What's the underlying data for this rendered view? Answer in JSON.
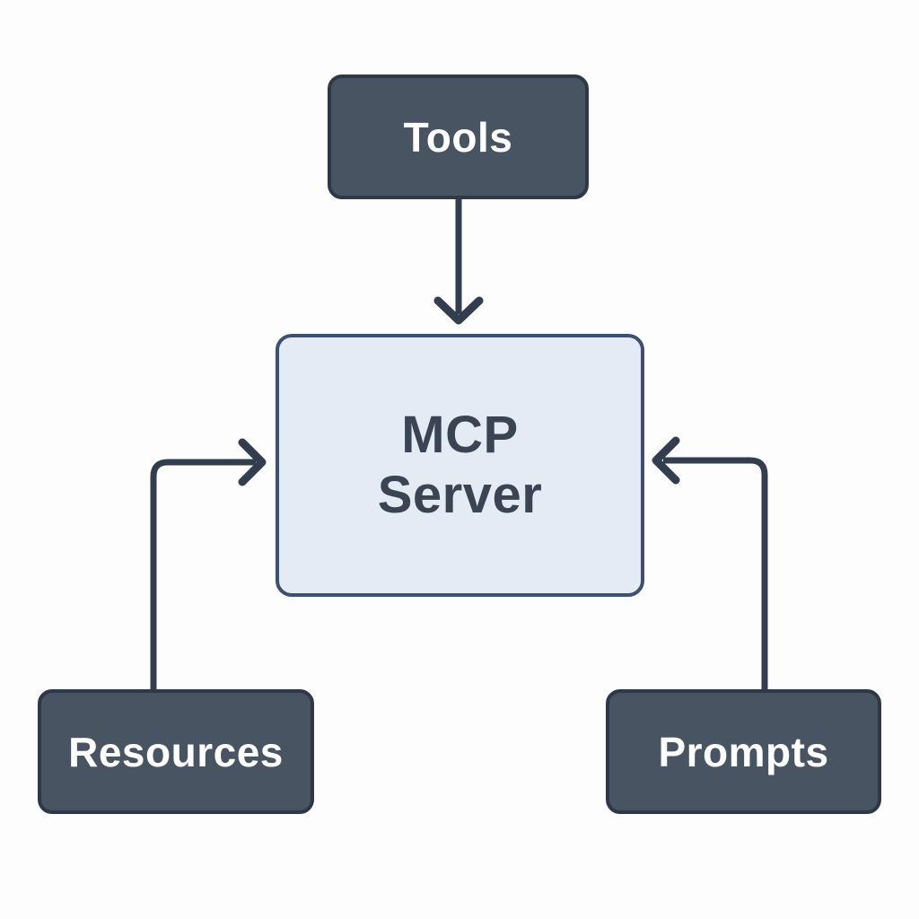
{
  "diagram": {
    "nodes": [
      {
        "id": "tools",
        "label": "Tools",
        "style": "dark",
        "position": "top-center"
      },
      {
        "id": "mcp-server",
        "label": "MCP\nServer",
        "style": "light",
        "position": "center"
      },
      {
        "id": "resources",
        "label": "Resources",
        "style": "dark",
        "position": "bottom-left"
      },
      {
        "id": "prompts",
        "label": "Prompts",
        "style": "dark",
        "position": "bottom-right"
      }
    ],
    "edges": [
      {
        "from": "Tools",
        "to": "MCP Server",
        "shape": "straight-down",
        "arrowhead": "chevron"
      },
      {
        "from": "Resources",
        "to": "MCP Server",
        "shape": "elbow-up-right",
        "arrowhead": "chevron"
      },
      {
        "from": "Prompts",
        "to": "MCP Server",
        "shape": "elbow-up-left",
        "arrowhead": "chevron"
      }
    ]
  },
  "colors": {
    "bg": "#fdfdfd",
    "node_dark_fill": "#485462",
    "node_dark_border": "#2e3947",
    "node_dark_text": "#ffffff",
    "node_light_fill": "#e4ebf4",
    "node_light_border": "#3e5070",
    "node_light_text": "#3a4452",
    "arrow": "#323d4d"
  }
}
